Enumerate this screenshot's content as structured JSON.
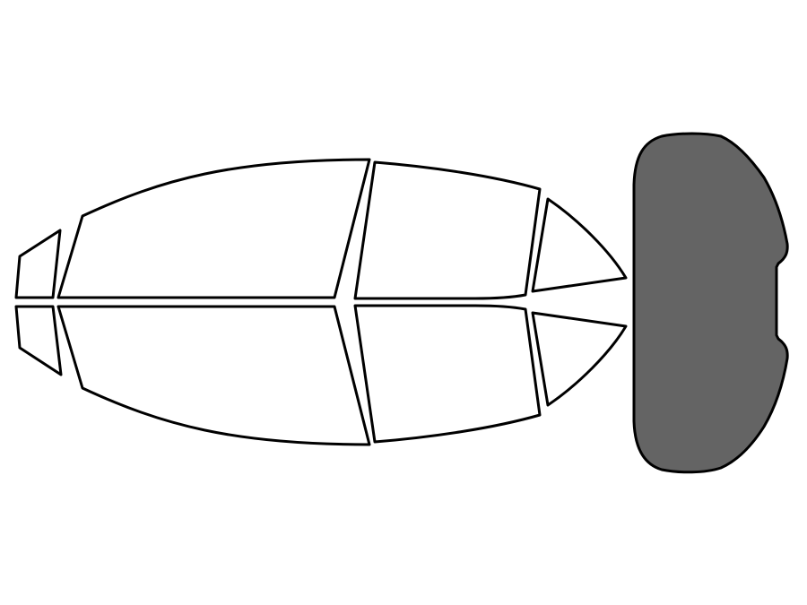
{
  "diagram": {
    "colors": {
      "background": "#ffffff",
      "outline": "#000000",
      "clear_pane": "#ffffff",
      "tinted_pane": "#646464"
    },
    "panes": [
      {
        "name": "pane-top-rear-quarter",
        "tinted": false
      },
      {
        "name": "pane-top-rear-door",
        "tinted": false
      },
      {
        "name": "pane-top-front-door",
        "tinted": false
      },
      {
        "name": "pane-top-vent",
        "tinted": false
      },
      {
        "name": "pane-bottom-rear-quarter",
        "tinted": false
      },
      {
        "name": "pane-bottom-rear-door",
        "tinted": false
      },
      {
        "name": "pane-bottom-front-door",
        "tinted": false
      },
      {
        "name": "pane-bottom-vent",
        "tinted": false
      },
      {
        "name": "pane-rear-windshield",
        "tinted": true
      }
    ]
  }
}
